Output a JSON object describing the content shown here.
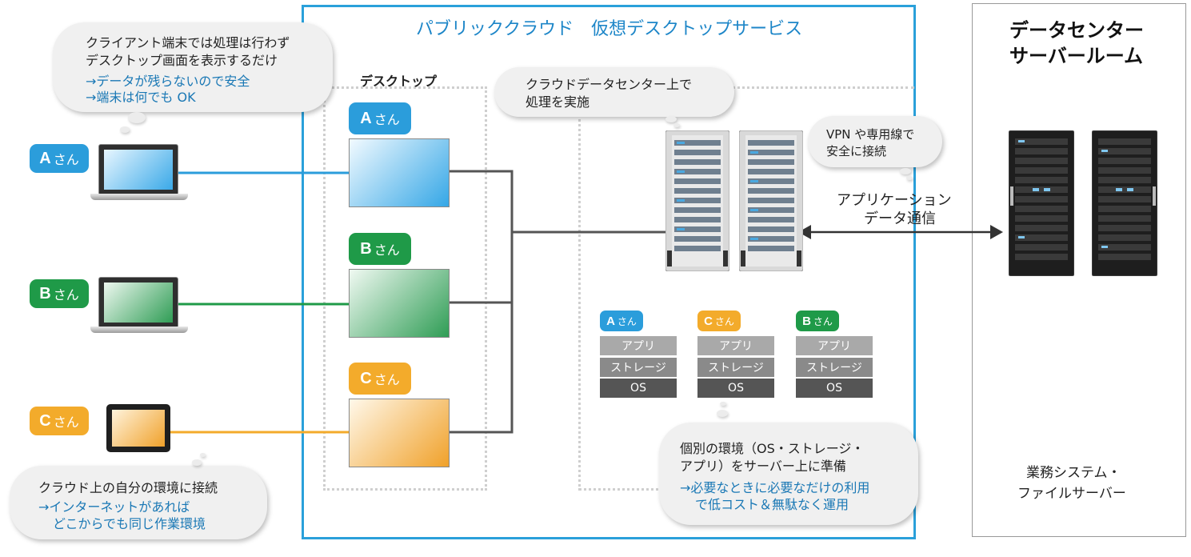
{
  "cloud_title": "パブリッククラウド　仮想デスクトップサービス",
  "dc_title_line1": "データセンター",
  "dc_title_line2": "サーバールーム",
  "dc_label_line1": "業務システム・",
  "dc_label_line2": "ファイルサーバー",
  "desktop_label": "デスクトップ",
  "users": [
    {
      "letter": "A",
      "suffix": "さん",
      "color": "#2b9ddb"
    },
    {
      "letter": "B",
      "suffix": "さん",
      "color": "#1f9a48"
    },
    {
      "letter": "C",
      "suffix": "さん",
      "color": "#f3ab2b"
    }
  ],
  "bubble_client": {
    "line1": "クライアント端末では処理は行わず",
    "line2": "デスクトップ画面を表示するだけ",
    "line3": "→データが残らないので安全",
    "line4": "→端末は何でも OK"
  },
  "bubble_cloud_dc": {
    "line1": "クラウドデータセンター上で",
    "line2": "処理を実施"
  },
  "bubble_vpn": {
    "line1": "VPN や専用線で",
    "line2": "安全に接続"
  },
  "app_comm": {
    "line1": "アプリケーション",
    "line2": "データ通信"
  },
  "bubble_env": {
    "line1": "個別の環境（OS・ストレージ・",
    "line2": "アプリ）をサーバー上に準備",
    "line3": "→必要なときに必要なだけの利用",
    "line4": "で低コスト＆無駄なく運用"
  },
  "bubble_tablet": {
    "line1": "クラウド上の自分の環境に接続",
    "line2": "→インターネットがあれば",
    "line3": "どこからでも同じ作業環境"
  },
  "stack_layers": {
    "app": "アプリ",
    "storage": "ストレージ",
    "os": "OS"
  },
  "stack_order": [
    "A",
    "C",
    "B"
  ]
}
